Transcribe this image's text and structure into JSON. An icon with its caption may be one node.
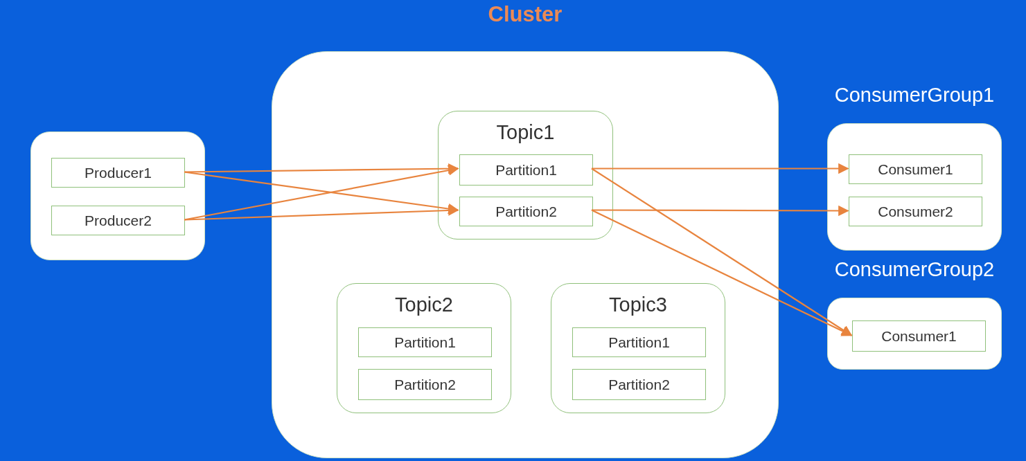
{
  "diagram": {
    "nodes": [
      {
        "text": [],
        "shape": "box"
      },
      {
        "text": [
          "Producer1"
        ],
        "in": 0
      },
      {
        "text": [
          "Producer2"
        ],
        "in": 0
      },
      {
        "text": [
          "Cluster"
        ]
      },
      {
        "text": [
          "Topic1"
        ],
        "in": 3
      },
      {
        "text": [
          "Partition1"
        ],
        "in": 4
      },
      {
        "text": [
          "Partition2"
        ],
        "in": 4
      },
      {
        "text": [
          "Topic2"
        ],
        "in": 3
      },
      {
        "text": [
          "Partition1"
        ],
        "in": 7
      },
      {
        "text": [
          "Partition2"
        ],
        "in": 7
      },
      {
        "text": [
          "Topic3"
        ],
        "in": 3
      },
      {
        "text": [
          "Partition1"
        ],
        "in": 10
      },
      {
        "text": [
          "Partition2"
        ],
        "in": 10
      },
      {
        "text": [
          "ConsumerGroup1"
        ]
      },
      {
        "text": [
          "Consumer1"
        ],
        "in": 13
      },
      {
        "text": [
          "Consumer2"
        ],
        "in": 13
      },
      {
        "text": [
          "ConsumerGroup2"
        ]
      },
      {
        "text": [
          "Consumer1"
        ],
        "in": 16
      }
    ],
    "edges": [
      {
        "from": 1,
        "to": 5,
        "arrow": "to"
      },
      {
        "from": 1,
        "to": 6,
        "arrow": "to"
      },
      {
        "from": 2,
        "to": 5,
        "arrow": "to"
      },
      {
        "from": 2,
        "to": 6,
        "arrow": "to"
      },
      {
        "from": 5,
        "to": 14,
        "arrow": "to"
      },
      {
        "from": 6,
        "to": 15,
        "arrow": "to"
      },
      {
        "from": 5,
        "to": 17,
        "arrow": "to"
      },
      {
        "from": 6,
        "to": 17,
        "arrow": "to"
      }
    ]
  }
}
